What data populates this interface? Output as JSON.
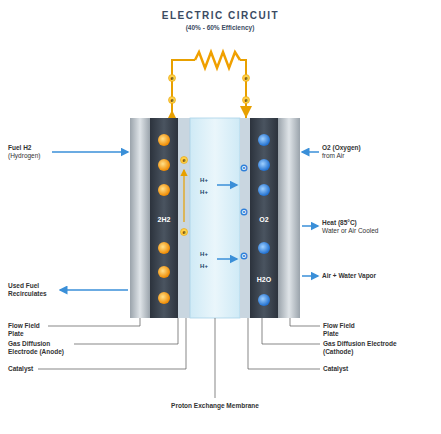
{
  "diagram": {
    "title": "ELECTRIC CIRCUIT",
    "labels": [
      "(40% - 60% Efficiency)",
      "Fuel H2",
      "(Hydrogen)",
      "O2 (Oxygen)",
      "from Air",
      "e",
      "e",
      "e",
      "e",
      "2H2",
      "O2",
      "e",
      "H+",
      "H+",
      "O",
      "Heat (85°C)",
      "Water or Air Cooled",
      "O",
      "e",
      "H+",
      "H+",
      "O",
      "Used Fuel Recirculates",
      "H2O",
      "Air + Water Vapor",
      "Flow Field Plate",
      "Flow Field Plate",
      "Gas Diffusion Electrode (Anode)",
      "Gas Diffusion Electrode (Cathode)",
      "Catalyst",
      "Catalyst",
      "Proton Exchange Membrane"
    ]
  }
}
